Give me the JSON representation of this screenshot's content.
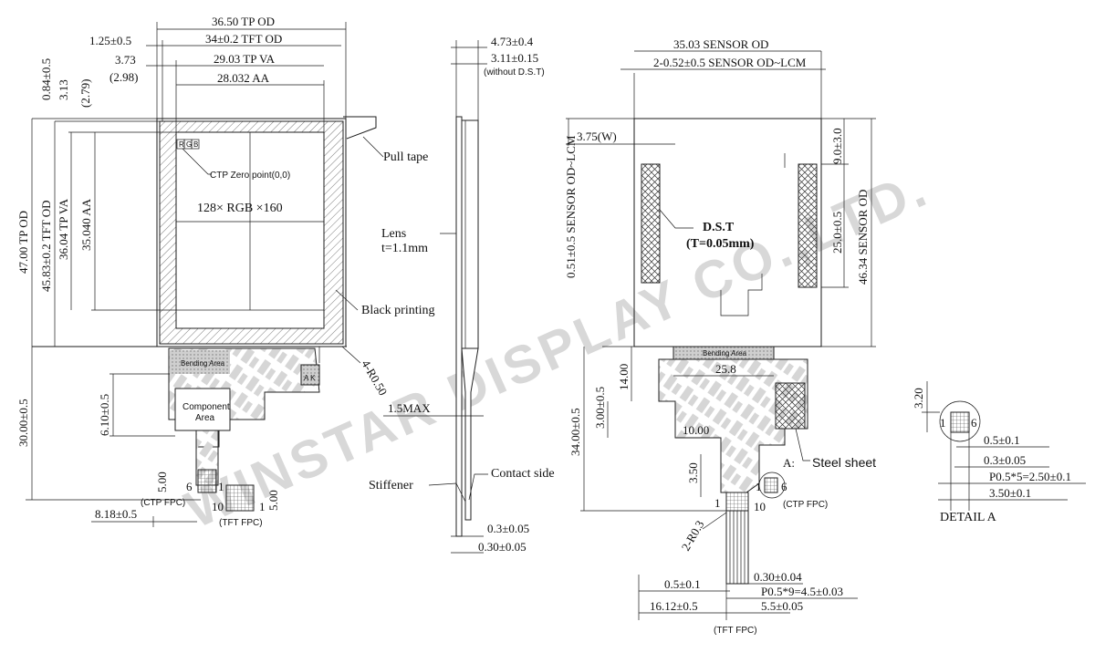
{
  "watermark": "WINSTAR DISPLAY CO.,LTD.",
  "front_view": {
    "dims": {
      "tp_od_w": "36.50 TP OD",
      "tft_od_w": "34±0.2 TFT OD",
      "tp_va_w": "29.03 TP VA",
      "aa_w": "28.032 AA",
      "offset_125": "1.25±0.5",
      "offset_373": "3.73",
      "offset_298": "(2.98)",
      "v_084": "0.84±0.5",
      "v_313": "3.13",
      "v_279": "(2.79)",
      "tp_od_h": "47.00 TP OD",
      "tft_od_h": "45.83±0.2 TFT OD",
      "tp_va_h": "36.04 TP VA",
      "aa_h": "35.040 AA",
      "fpc_len": "30.00±0.5",
      "comp_h": "6.10±0.5",
      "ctp_w": "5.00",
      "tft_w": "5.00",
      "fpc_x": "8.18±0.5",
      "radius": "4-R0.50"
    },
    "labels": {
      "rgb": [
        "R",
        "G",
        "B"
      ],
      "zero_point": "CTP Zero point(0,0)",
      "resolution": "128× RGB ×160",
      "pull_tape": "Pull tape",
      "black_printing": "Black printing",
      "bending_area": "Bending Area",
      "component_area_1": "Component",
      "component_area_2": "Area",
      "ak": "A K",
      "ctp_pin_6": "6",
      "ctp_pin_1": "1",
      "ctp_fpc": "(CTP FPC)",
      "tft_pin_10": "10",
      "tft_pin_1": "1",
      "tft_fpc": "(TFT FPC)"
    }
  },
  "side_view": {
    "dims": {
      "t_473": "4.73±0.4",
      "t_311": "3.11±0.15",
      "without_dst": "(without D.S.T)",
      "max_15": "1.5MAX",
      "t_03a": "0.3±0.05",
      "t_030": "0.30±0.05"
    },
    "labels": {
      "lens_1": "Lens",
      "lens_2": "t=1.1mm",
      "stiffener": "Stiffener",
      "contact_side": "Contact side"
    }
  },
  "rear_view": {
    "dims": {
      "sensor_od_w": "35.03 SENSOR OD",
      "sensor_lcm": "2-0.52±0.5 SENSOR OD~LCM",
      "w_375": "3.75(W)",
      "sensor_lcm_v": "0.51±0.5 SENSOR OD~LCM",
      "v_90": "9.0±3.0",
      "v_250": "25.0±0.5",
      "sensor_od_h": "46.34 SENSOR OD",
      "w_258": "25.8",
      "v_1400": "14.00",
      "v_300": "3.00±0.5",
      "v_3400": "34.00±0.5",
      "w_1000": "10.00",
      "v_350": "3.50",
      "r_03": "2-R0.3",
      "p_05": "0.5±0.1",
      "p_030": "0.30±0.04",
      "pitch": "P0.5*9=4.5±0.03",
      "w_1612": "16.12±0.5",
      "w_55": "5.5±0.05"
    },
    "labels": {
      "dst_1": "D.S.T",
      "dst_2": "(T=0.05mm)",
      "bending_area": "Bending Area",
      "steel_sheet": "Steel sheet",
      "detail_a_marker": "A:",
      "ctp_pin_1": "1",
      "ctp_pin_6": "6",
      "ctp_fpc": "(CTP FPC)",
      "tft_pin_1": "1",
      "tft_pin_10": "10",
      "tft_fpc": "(TFT FPC)"
    }
  },
  "detail_a": {
    "dims": {
      "h_320": "3.20",
      "d_05": "0.5±0.1",
      "d_03": "0.3±0.05",
      "pitch": "P0.5*5=2.50±0.1",
      "d_35": "3.50±0.1"
    },
    "labels": {
      "pin_1": "1",
      "pin_6": "6",
      "title": "DETAIL A"
    }
  }
}
